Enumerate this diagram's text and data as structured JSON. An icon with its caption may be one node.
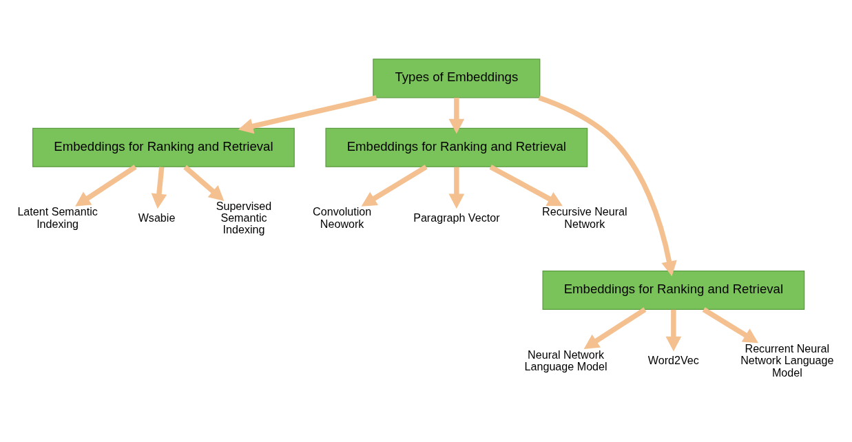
{
  "diagram": {
    "nodes": [
      {
        "text": [
          "Types of Embeddings"
        ]
      },
      {
        "text": [
          "Embeddings for Ranking and Retrieval"
        ]
      },
      {
        "text": [
          "Embeddings for Ranking and Retrieval"
        ]
      },
      {
        "text": [
          "Latent Semantic Indexing"
        ]
      },
      {
        "text": [
          "Wsabie"
        ]
      },
      {
        "text": [
          "Convolution Neowork"
        ]
      },
      {
        "text": [
          "Paragraph Vector"
        ]
      },
      {
        "text": [
          "Supervised Semantic Indexing"
        ]
      },
      {
        "text": [
          "Recursive Neural Network"
        ]
      },
      {
        "text": [
          "Embeddings for Ranking and Retrieval"
        ]
      },
      {
        "text": [
          "Neural Network Language Model"
        ]
      },
      {
        "text": [
          "Word2Vec"
        ]
      },
      {
        "text": [
          "Recurrent Neural Network Language Model"
        ]
      }
    ],
    "edges": [
      {
        "from": 0,
        "to": 1,
        "arrow": "to"
      },
      {
        "from": 0,
        "to": 9,
        "arrow": "to"
      },
      {
        "from": 0,
        "to": 2,
        "arrow": "to"
      },
      {
        "from": 1,
        "to": 3,
        "arrow": "to"
      },
      {
        "from": 1,
        "to": 7,
        "arrow": "to"
      },
      {
        "from": 1,
        "to": 4,
        "arrow": "to"
      },
      {
        "from": 2,
        "to": 5,
        "arrow": "to"
      },
      {
        "from": 2,
        "to": 8,
        "arrow": "to"
      },
      {
        "from": 2,
        "to": 6,
        "arrow": "to"
      },
      {
        "from": 9,
        "to": 10,
        "arrow": "to"
      },
      {
        "from": 9,
        "to": 12,
        "arrow": "to"
      },
      {
        "from": 9,
        "to": 11,
        "arrow": "to"
      }
    ]
  }
}
